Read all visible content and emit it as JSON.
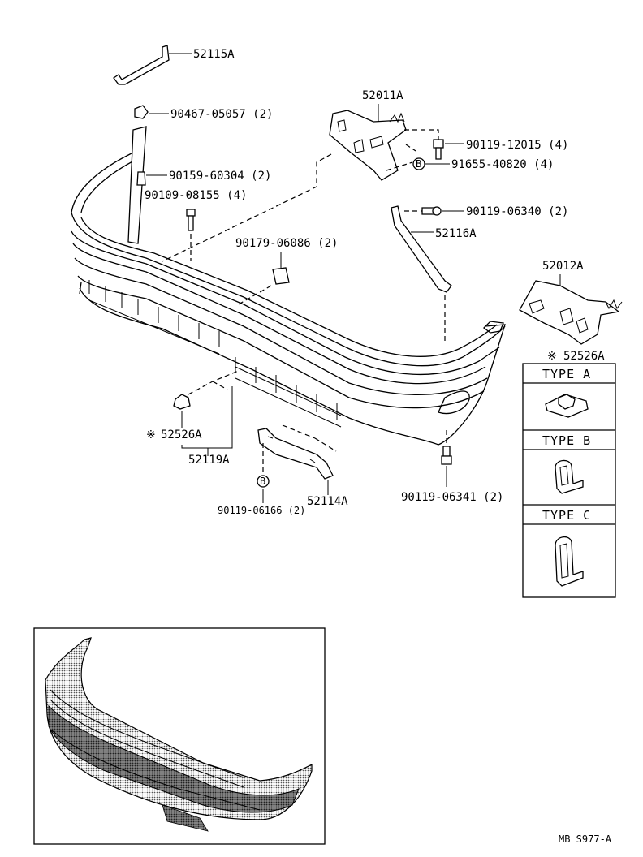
{
  "parts": {
    "p52115A": "52115A",
    "p90467": "90467-05057 (2)",
    "p90159": "90159-60304 (2)",
    "p90109": "90109-08155 (4)",
    "p90179": "90179-06086 (2)",
    "p52011A": "52011A",
    "p90119_12015": "90119-12015 (4)",
    "p91655": "91655-40820 (4)",
    "p90119_06340": "90119-06340 (2)",
    "p52116A": "52116A",
    "p52012A": "52012A",
    "p52526A_right": "52526A",
    "p52526A_left": "52526A",
    "p52119A": "52119A",
    "p52114A": "52114A",
    "p90119_06166": "90119-06166 (2)",
    "p90119_06341": "90119-06341 (2)"
  },
  "symbols": {
    "asterisk": "※",
    "b_marker": "B"
  },
  "types": [
    {
      "label": "TYPE  A"
    },
    {
      "label": "TYPE  B"
    },
    {
      "label": "TYPE  C"
    }
  ],
  "footer": {
    "code": "MB  S977-A"
  }
}
